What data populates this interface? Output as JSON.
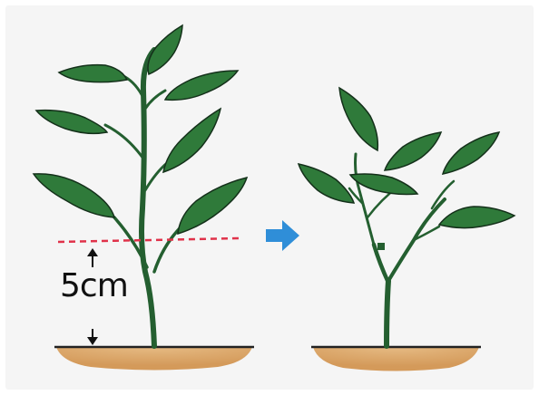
{
  "diagram": {
    "measurement_label": "5cm",
    "colors": {
      "leaf": "#2f7a3a",
      "leaf_outline": "#14301a",
      "stem": "#245f30",
      "soil": "#dcad73",
      "soil_line": "#222222",
      "cut_line": "#e0324a",
      "arrow": "#2f8ed8",
      "background": "#f5f5f5"
    },
    "before": {
      "name": "plant-before-pruning"
    },
    "after": {
      "name": "plant-after-pruning"
    },
    "transition_arrow": {
      "icon": "right-arrow-icon"
    }
  }
}
